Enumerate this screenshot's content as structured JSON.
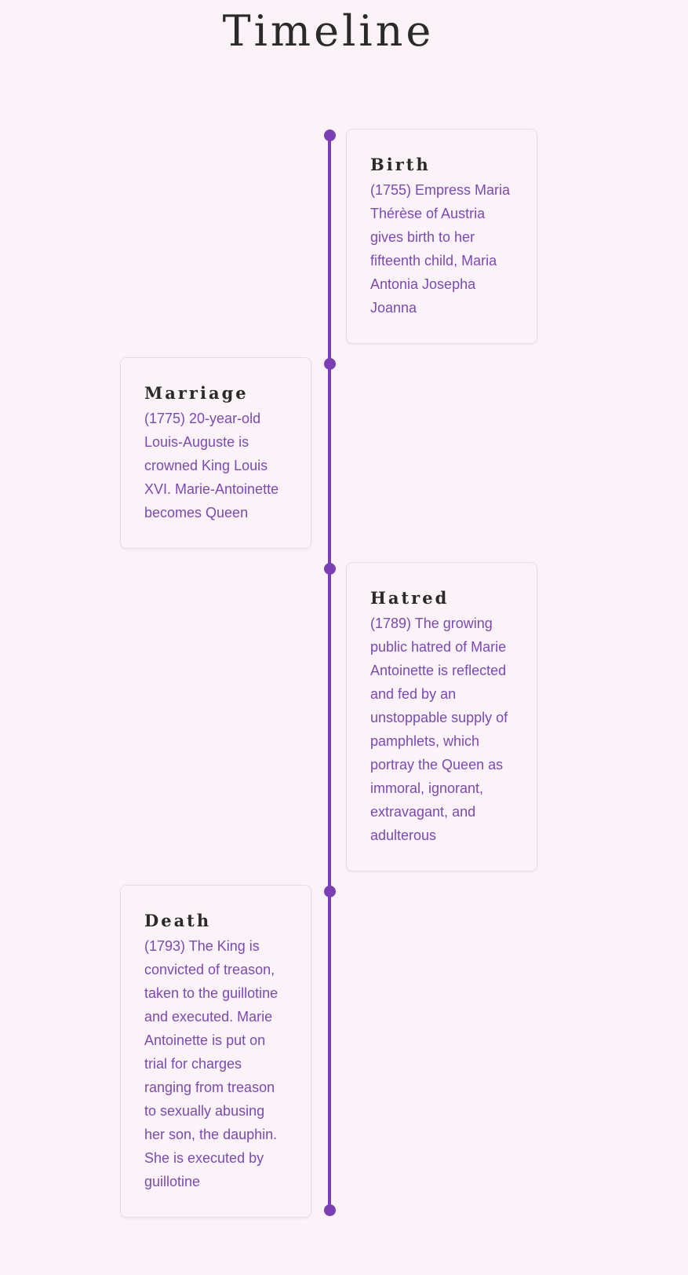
{
  "page": {
    "title": "Timeline"
  },
  "colors": {
    "background": "#fcf3f8",
    "accent": "#7b3fb5",
    "title_text": "#2a2a2a",
    "body_text": "#7b48b8"
  },
  "events": [
    {
      "title": "Birth",
      "text": "(1755) Empress Maria Thérèse of Austria gives birth to her fifteenth child, Maria Antonia Josepha Joanna",
      "side": "right"
    },
    {
      "title": "Marriage",
      "text": "(1775) 20-year-old Louis-Auguste is crowned King Louis XVI. Marie-Antoinette becomes Queen",
      "side": "left"
    },
    {
      "title": "Hatred",
      "text": "(1789) The growing public hatred of Marie Antoinette is reflected and fed by an unstoppable supply of pamphlets, which portray the Queen as immoral, ignorant, extravagant, and adulterous",
      "side": "right"
    },
    {
      "title": "Death",
      "text": "(1793) The King is convicted of treason, taken to the guillotine and executed. Marie Antoinette is put on trial for charges ranging from treason to sexually abusing her son, the dauphin. She is executed by guillotine",
      "side": "left"
    }
  ]
}
